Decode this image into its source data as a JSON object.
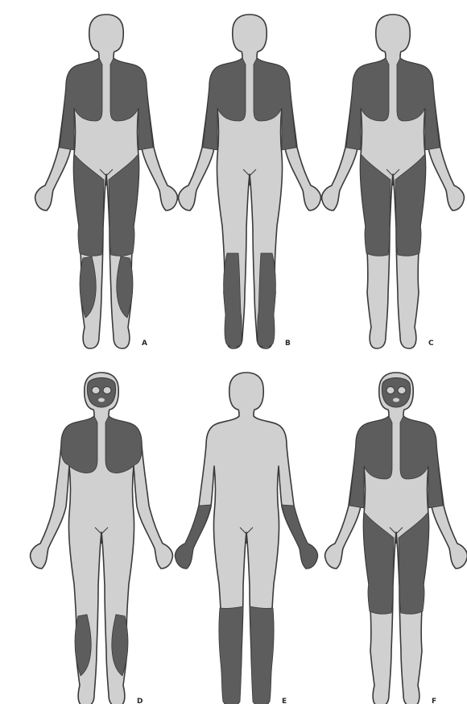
{
  "colors": {
    "background": "#ffffff",
    "skin": "#d0d0d0",
    "shaded": "#5d5d5d",
    "outline": "#3a3a3a"
  },
  "figures": [
    {
      "label": "A",
      "regions": [
        "shoulders-upper-arms",
        "hips-thighs",
        "calves"
      ]
    },
    {
      "label": "B",
      "regions": [
        "shoulders-upper-arms",
        "calves-feet"
      ]
    },
    {
      "label": "C",
      "regions": [
        "shoulders-upper-arms",
        "hips-thighs"
      ]
    },
    {
      "label": "D",
      "regions": [
        "periocular-face",
        "shoulders",
        "calves"
      ]
    },
    {
      "label": "E",
      "regions": [
        "forearms-hands",
        "lower-legs-feet"
      ]
    },
    {
      "label": "F",
      "regions": [
        "periocular-face",
        "shoulders-upper-arms",
        "hips-thighs"
      ]
    }
  ]
}
